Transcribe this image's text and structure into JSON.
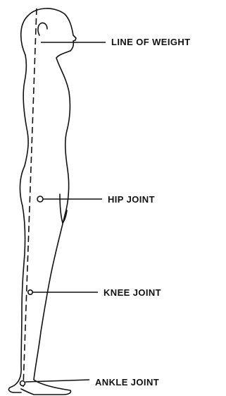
{
  "diagram": {
    "labels": {
      "line_of_weight": "LINE OF WEIGHT",
      "hip_joint": "HIP JOINT",
      "knee_joint": "KNEE JOINT",
      "ankle_joint": "ANKLE JOINT"
    },
    "colors": {
      "ink": "#111111",
      "background": "#ffffff"
    }
  }
}
